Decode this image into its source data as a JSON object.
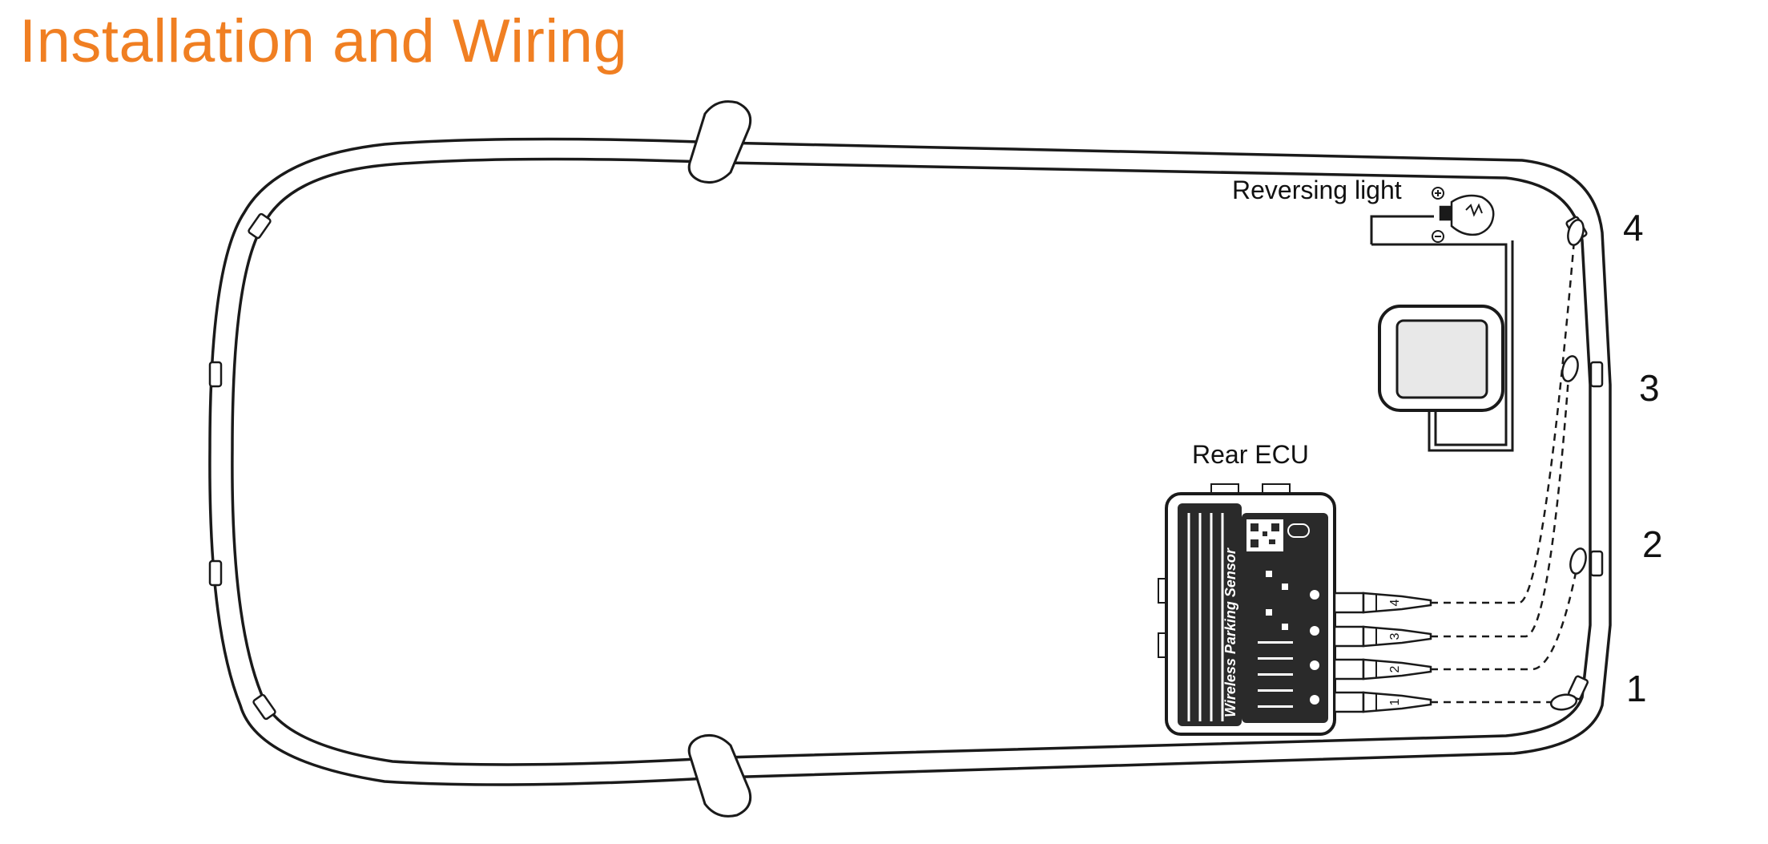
{
  "title": "Installation and Wiring",
  "colors": {
    "title": "#f07f22",
    "line": "#1a1a1a",
    "ecu_body": "#2a2a2a"
  },
  "labels": {
    "reversing_light": "Reversing light",
    "rear_ecu": "Rear ECU",
    "ecu_product_text": "Wireless Parking Sensor"
  },
  "sensors": [
    {
      "number": "1",
      "plug_label": "1"
    },
    {
      "number": "2",
      "plug_label": "2"
    },
    {
      "number": "3",
      "plug_label": "3"
    },
    {
      "number": "4",
      "plug_label": "4"
    }
  ],
  "icons": [
    "bulb-icon",
    "ground-symbol-icon",
    "power-symbol-icon",
    "qr-code-icon"
  ]
}
